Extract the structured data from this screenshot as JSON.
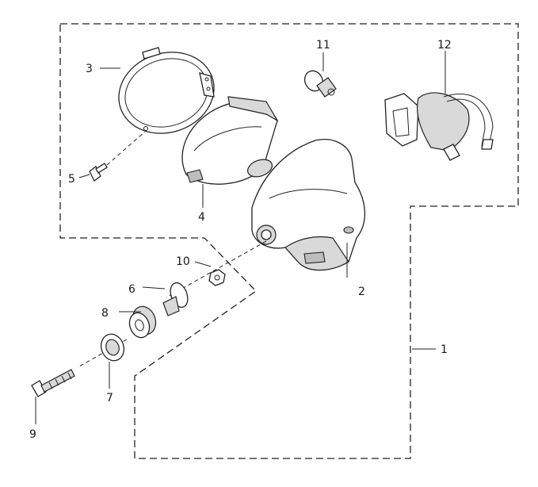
{
  "diagram": {
    "callouts": [
      {
        "id": "1",
        "label": "1"
      },
      {
        "id": "2",
        "label": "2"
      },
      {
        "id": "3",
        "label": "3"
      },
      {
        "id": "4",
        "label": "4"
      },
      {
        "id": "5",
        "label": "5"
      },
      {
        "id": "6",
        "label": "6"
      },
      {
        "id": "7",
        "label": "7"
      },
      {
        "id": "8",
        "label": "8"
      },
      {
        "id": "9",
        "label": "9"
      },
      {
        "id": "10",
        "label": "10"
      },
      {
        "id": "11",
        "label": "11"
      },
      {
        "id": "12",
        "label": "12"
      }
    ],
    "colors": {
      "line": "#222222",
      "shade": "#d9d9d9",
      "dark": "#bdbdbd",
      "background": "#ffffff"
    }
  }
}
